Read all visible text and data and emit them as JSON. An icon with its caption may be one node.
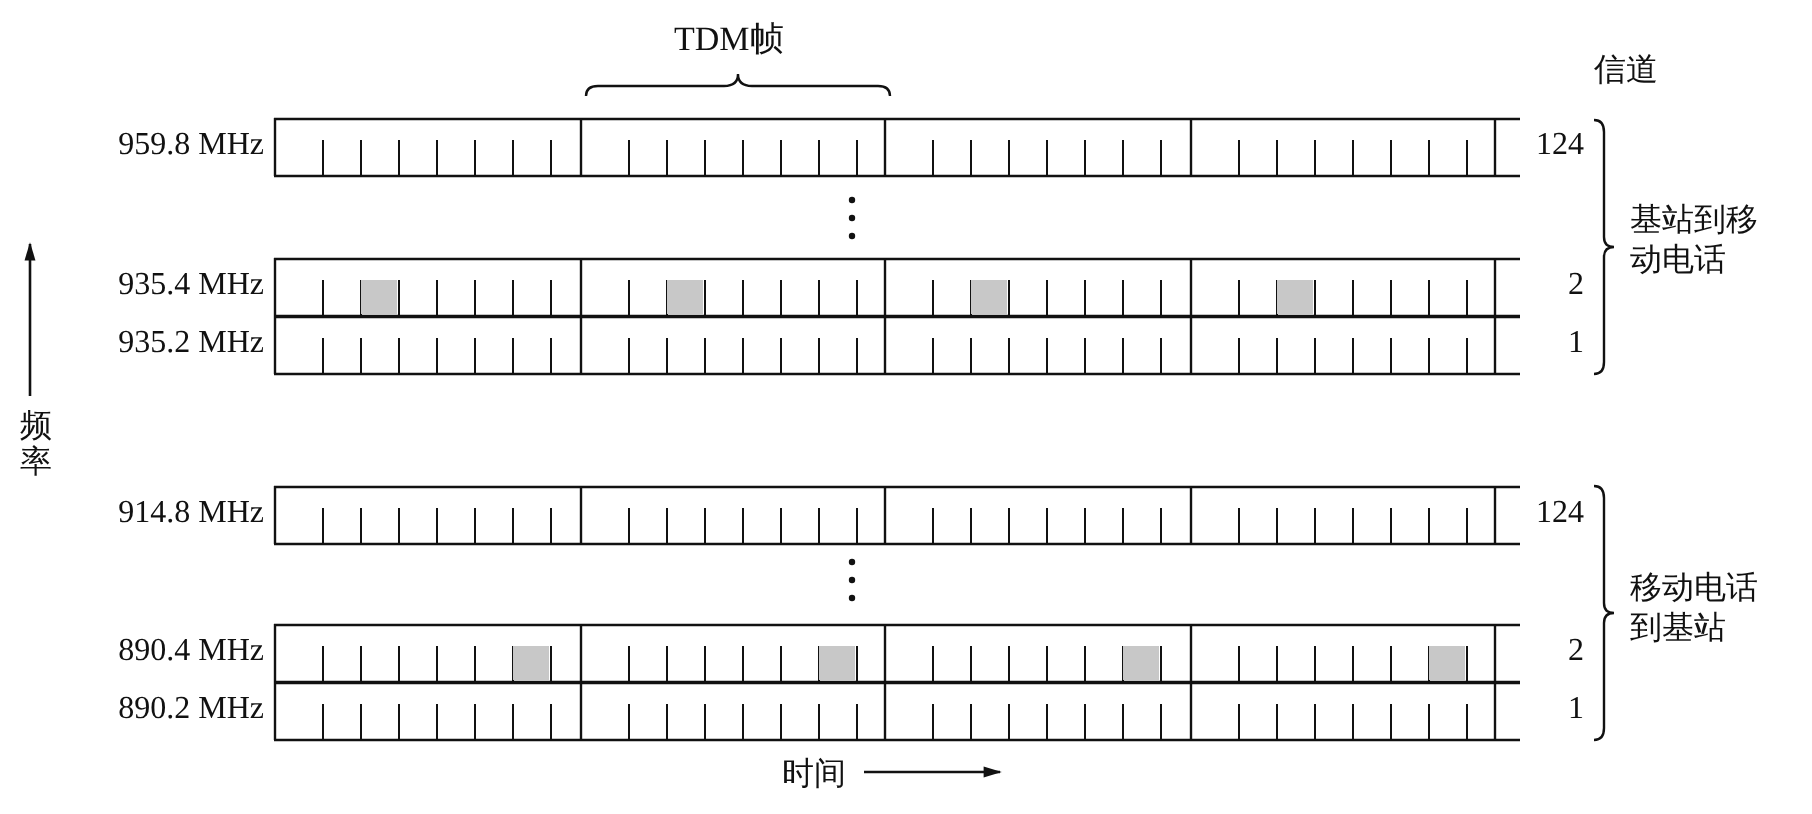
{
  "diagram": {
    "nodes": [
      {
        "text": [],
        "shape": "bar",
        "beside": [
          "959.8 MHz",
          "124"
        ]
      },
      {
        "text": [],
        "shape": "bar",
        "beside": [
          "935.4 MHz",
          "2"
        ]
      },
      {
        "text": [],
        "shape": "bar",
        "beside": [
          "935.2 MHz",
          "1"
        ]
      },
      {
        "text": [],
        "shape": "bar",
        "beside": [
          "914.8 MHz",
          "124"
        ]
      },
      {
        "text": [],
        "shape": "bar",
        "beside": [
          "890.4 MHz",
          "2"
        ]
      },
      {
        "text": [],
        "shape": "bar",
        "beside": [
          "890.2 MHz",
          "1"
        ]
      }
    ],
    "labels": [
      "TDM帧",
      "信道",
      "基站到移动电话",
      "频率",
      "移动电话到基站",
      "时间"
    ]
  }
}
